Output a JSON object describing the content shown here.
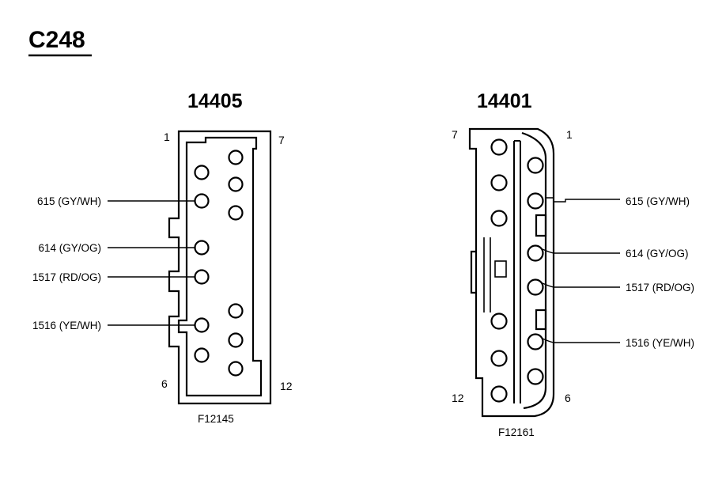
{
  "title": "C248",
  "left_connector": {
    "part_number": "14405",
    "pin_top_left": "1",
    "pin_top_right": "7",
    "pin_bottom_left": "6",
    "pin_bottom_right": "12",
    "figure_id": "F12145",
    "callouts": [
      "615 (GY/WH)",
      "614 (GY/OG)",
      "1517 (RD/OG)",
      "1516 (YE/WH)"
    ]
  },
  "right_connector": {
    "part_number": "14401",
    "pin_top_left": "7",
    "pin_top_right": "1",
    "pin_bottom_left": "12",
    "pin_bottom_right": "6",
    "figure_id": "F12161",
    "callouts": [
      "615 (GY/WH)",
      "614 (GY/OG)",
      "1517 (RD/OG)",
      "1516 (YE/WH)"
    ]
  }
}
